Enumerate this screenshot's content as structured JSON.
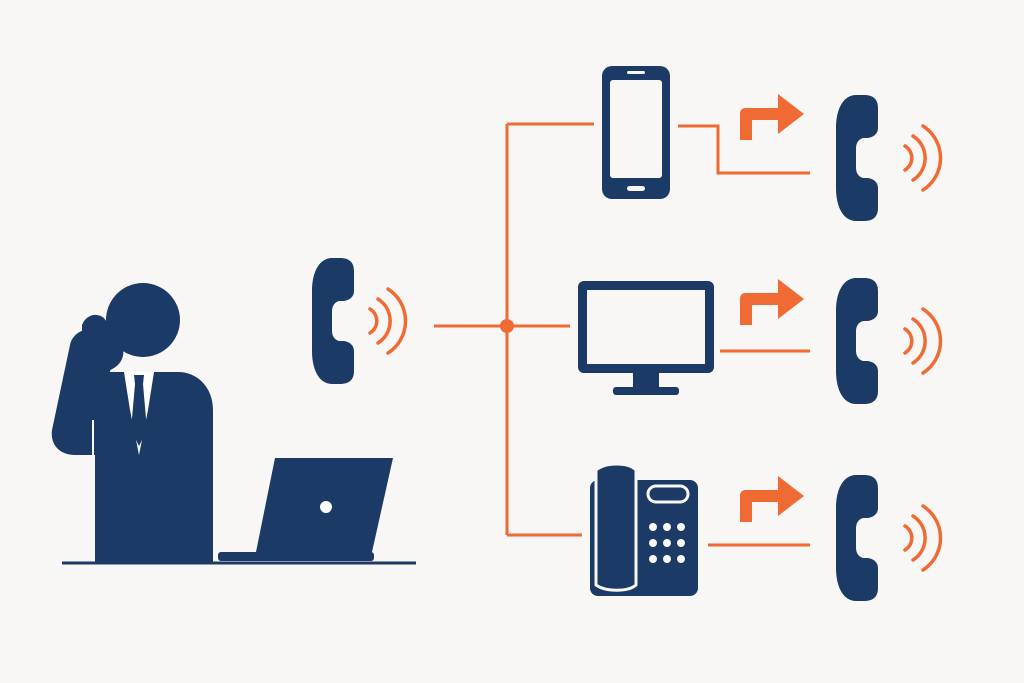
{
  "colors": {
    "primary": "#1b3a66",
    "accent": "#f06a34",
    "background": "#f9f7f5",
    "white": "#ffffff"
  },
  "nodes": [
    {
      "id": "caller",
      "icon": "businessman-on-phone-icon"
    },
    {
      "id": "laptop",
      "icon": "laptop-icon"
    },
    {
      "id": "incoming-call",
      "icon": "telephone-handset-icon"
    },
    {
      "id": "mobile",
      "icon": "smartphone-icon"
    },
    {
      "id": "desktop",
      "icon": "monitor-icon"
    },
    {
      "id": "deskphone",
      "icon": "desk-phone-icon"
    }
  ],
  "forwarded_calls": [
    {
      "device": "mobile",
      "arrow": "forward-arrow-icon",
      "handset": "telephone-handset-icon"
    },
    {
      "device": "desktop",
      "arrow": "forward-arrow-icon",
      "handset": "telephone-handset-icon"
    },
    {
      "device": "deskphone",
      "arrow": "forward-arrow-icon",
      "handset": "telephone-handset-icon"
    }
  ]
}
